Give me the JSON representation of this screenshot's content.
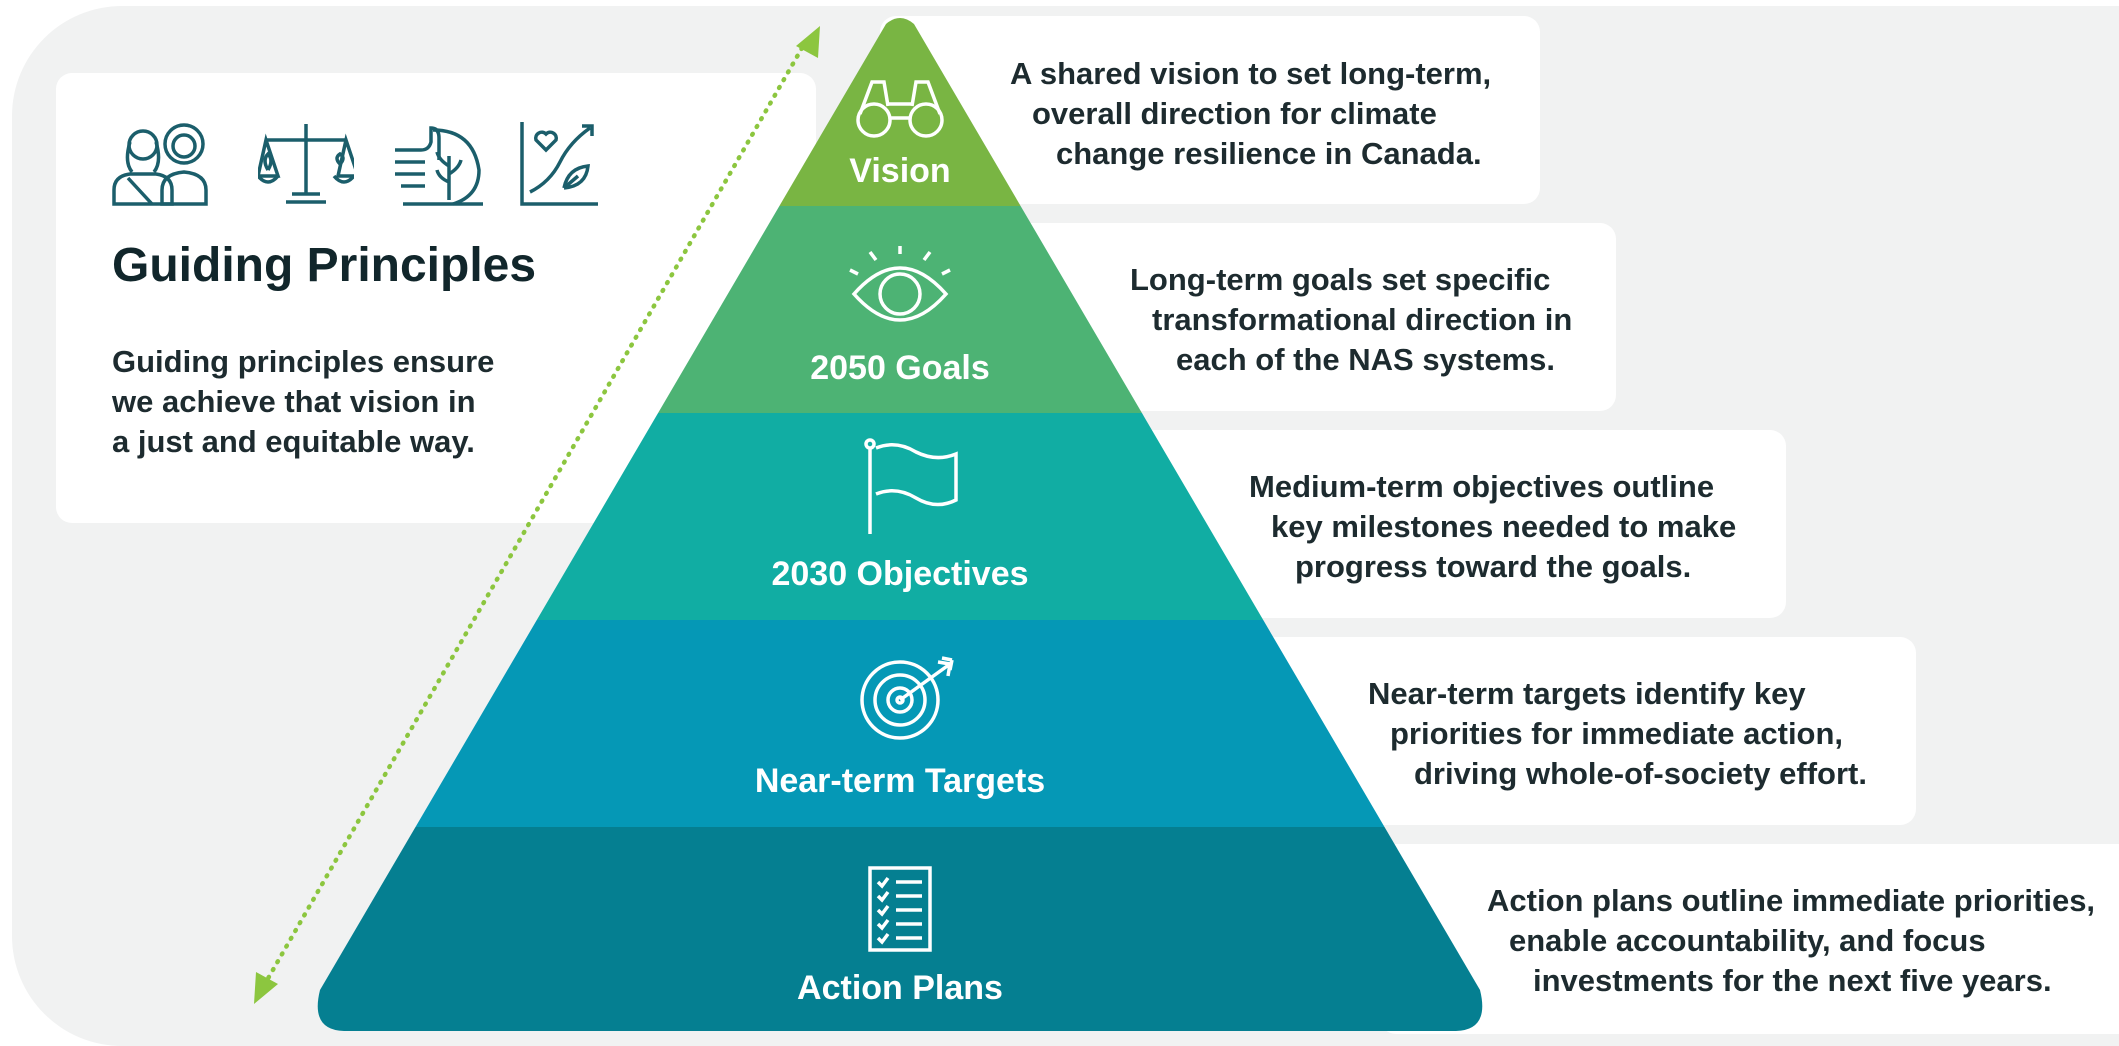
{
  "guiding_principles": {
    "title": "Guiding Principles",
    "lines": [
      "Guiding principles ensure",
      "we achieve that vision in",
      "a just and equitable way."
    ],
    "icons": [
      "people-icon",
      "balance-scale-icon",
      "hand-with-plant-icon",
      "growth-chart-icon"
    ]
  },
  "tiers": [
    {
      "label": "Vision",
      "icon": "binoculars-icon",
      "color": "#79b543",
      "description": [
        "A shared vision to set long-term,",
        "overall direction for climate",
        "change resilience in Canada."
      ]
    },
    {
      "label": "2050 Goals",
      "icon": "eye-icon",
      "color": "#4db374",
      "description": [
        "Long-term goals set specific",
        "transformational direction in",
        "each of the NAS systems."
      ]
    },
    {
      "label": "2030 Objectives",
      "icon": "flag-icon",
      "color": "#11ada3",
      "description": [
        "Medium-term objectives outline",
        "key milestones needed to make",
        "progress toward the goals."
      ]
    },
    {
      "label": "Near-term Targets",
      "icon": "target-icon",
      "color": "#0598b6",
      "description": [
        "Near-term targets identify key",
        "priorities for immediate action,",
        "driving whole-of-society effort."
      ]
    },
    {
      "label": "Action Plans",
      "icon": "checklist-icon",
      "color": "#057f91",
      "description": [
        "Action plans outline immediate priorities,",
        "enable accountability, and focus",
        "investments for the next five years."
      ]
    }
  ],
  "colors": {
    "arrow": "#8cc63f",
    "background": "#f1f2f2",
    "card": "#ffffff",
    "text": "#1d2b2f",
    "icon_stroke": "#1b5e6b"
  }
}
